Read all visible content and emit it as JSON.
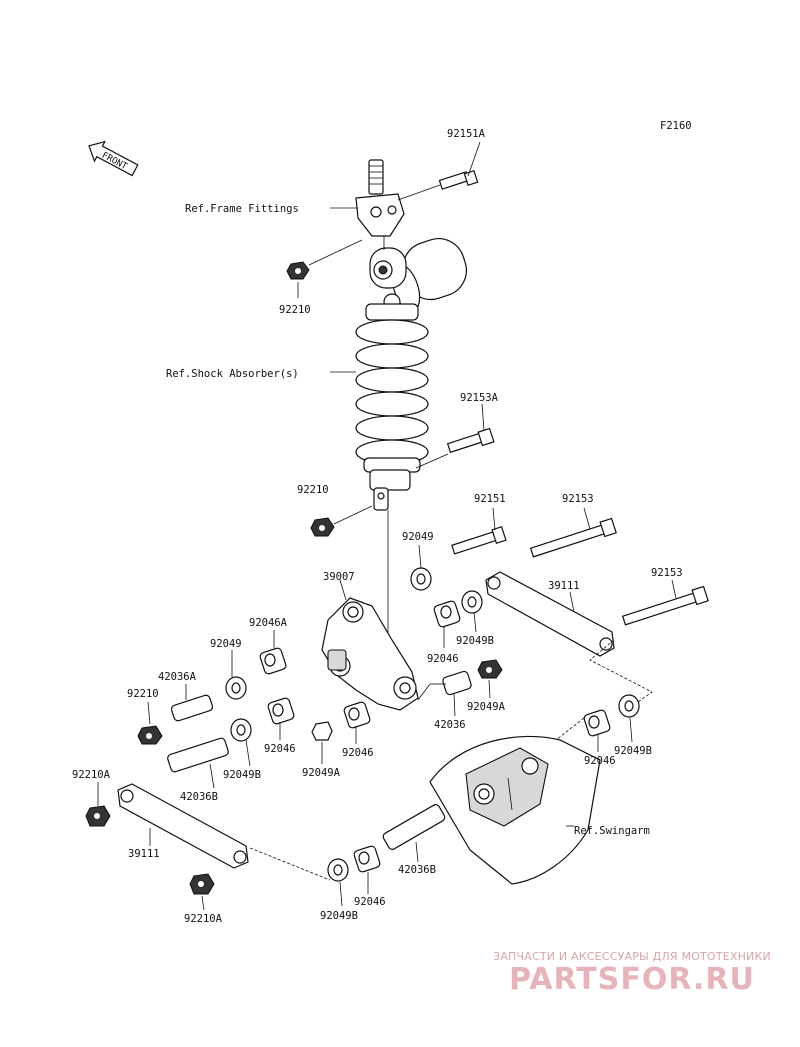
{
  "figure_code": "F2160",
  "front_arrow": "FRONT",
  "refs": {
    "frame_fittings": "Ref.Frame Fittings",
    "shock_absorber": "Ref.Shock Absorber(s)",
    "swingarm": "Ref.Swingarm"
  },
  "labels": {
    "p92151A": "92151A",
    "p92210_top": "92210",
    "p92153A": "92153A",
    "p92210_mid": "92210",
    "p92151": "92151",
    "p92153_a": "92153",
    "p92049_top": "92049",
    "p39007": "39007",
    "p39111_right": "39111",
    "p92153_b": "92153",
    "p92046A": "92046A",
    "p92049_left": "92049",
    "p92049B_a": "92049B",
    "p92046_a": "92046",
    "p42036A": "42036A",
    "p92210_left": "92210",
    "p42036": "42036",
    "p92049A_a": "92049A",
    "p92046_b": "92046",
    "p92046_c": "92046",
    "p92049B_b": "92049B",
    "p92049A_b": "92049A",
    "p92046_d": "92046",
    "p92049B_c": "92049B",
    "p92210A_a": "92210A",
    "p42036B_a": "42036B",
    "p39111_left": "39111",
    "p42036B_b": "42036B",
    "p92046_e": "92046",
    "p92049B_d": "92049B",
    "p92210A_b": "92210A"
  },
  "watermark": {
    "subtitle": "ЗАПЧАСТИ И АКСЕССУАРЫ ДЛЯ МОТОТЕХНИКИ",
    "brand": "PARTSFOR.RU",
    "color": "#e8b3b8"
  }
}
